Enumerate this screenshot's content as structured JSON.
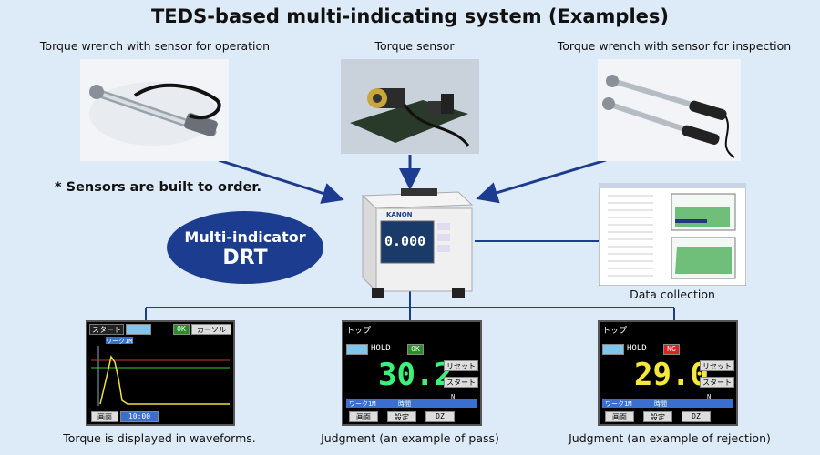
{
  "title": "TEDS-based multi-indicating system (Examples)",
  "captions": {
    "wrench_operation": "Torque wrench with sensor for operation",
    "torque_sensor": "Torque sensor",
    "wrench_inspection": "Torque wrench with sensor for inspection",
    "data_collection": "Data collection",
    "waveforms": "Torque is displayed in waveforms.",
    "judgment_pass": "Judgment (an example of pass)",
    "judgment_reject": "Judgment (an example of rejection)"
  },
  "note": "* Sensors are built to order.",
  "device": {
    "name_line1": "Multi-indicator",
    "name_line2": "DRT",
    "brand": "KANON",
    "display_value": "0.000"
  },
  "screens": {
    "waveform": {
      "start_label": "スタート",
      "ok_label": "OK",
      "cursor_label": "カーソル",
      "work_label": "ワーク1M",
      "btn1": "画面",
      "btn2": "10:00"
    },
    "pass": {
      "top_label": "トップ",
      "hold_label": "HOLD",
      "status": "OK",
      "value": "30.2",
      "unit": "N",
      "reset": "リセット",
      "start": "スタート",
      "work": "ワーク1M",
      "time": "時間",
      "btn1": "画面",
      "btn2": "設定",
      "btn3": "DZ"
    },
    "reject": {
      "top_label": "トップ",
      "hold_label": "HOLD",
      "status": "NG",
      "value": "29.0",
      "unit": "N",
      "reset": "リセット",
      "start": "スタート",
      "work": "ワーク1M",
      "time": "時間",
      "btn1": "画面",
      "btn2": "設定",
      "btn3": "DZ"
    }
  },
  "colors": {
    "background": "#ddeaf7",
    "accent": "#1b3c8f",
    "pass_digits": "#3cf07a",
    "reject_digits": "#f5e83a"
  }
}
